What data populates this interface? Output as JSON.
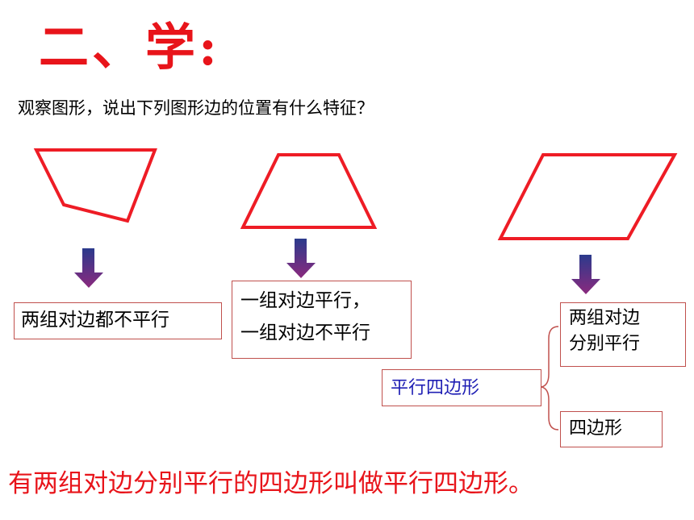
{
  "title": "二、学:",
  "question": "观察图形，说出下列图形边的位置有什么特征？",
  "boxes": {
    "none_parallel": "两组对边都不平行",
    "one_pair_line1": "一组对边平行，",
    "one_pair_line2": "一组对边不平行",
    "two_pairs_line1": "两组对边",
    "two_pairs_line2": "分别平行",
    "parallelogram": "平行四边形",
    "quadrilateral": "四边形"
  },
  "conclusion": "有两组对边分别平行的四边形叫做平行四边形。",
  "colors": {
    "accent_red": "#e8141a",
    "shape_stroke": "#ee1c25",
    "box_border": "#c0504d",
    "label_blue": "#1f1fb4",
    "arrow_top": "#2b3a8c",
    "arrow_bottom": "#8b2a7e"
  }
}
